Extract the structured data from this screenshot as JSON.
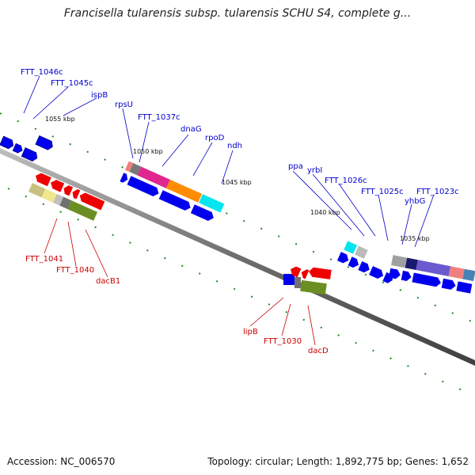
{
  "title": "Francisella tularensis subsp. tularensis SCHU S4, complete g...",
  "footer": {
    "accession": "Accession: NC_006570",
    "summary": "Topology: circular; Length: 1,892,775 bp; Genes: 1,652"
  },
  "ticks": [
    {
      "label": "1055 kbp"
    },
    {
      "label": "1050 kbp"
    },
    {
      "label": "1045 kbp"
    },
    {
      "label": "1040 kbp"
    },
    {
      "label": "1035 kbp"
    }
  ],
  "genes_top": [
    {
      "label": "FTT_1046c"
    },
    {
      "label": "FTT_1045c"
    },
    {
      "label": "ispB"
    },
    {
      "label": "rpsU"
    },
    {
      "label": "FTT_1037c"
    },
    {
      "label": "dnaG"
    },
    {
      "label": "rpoD"
    },
    {
      "label": "ndh"
    },
    {
      "label": "ppa"
    },
    {
      "label": "yrbI"
    },
    {
      "label": "FTT_1026c"
    },
    {
      "label": "FTT_1025c"
    },
    {
      "label": "yhbG"
    },
    {
      "label": "FTT_1023c"
    }
  ],
  "genes_bottom": [
    {
      "label": "FTT_1041"
    },
    {
      "label": "FTT_1040"
    },
    {
      "label": "dacB1"
    },
    {
      "label": "lipB"
    },
    {
      "label": "FTT_1030"
    },
    {
      "label": "dacD"
    }
  ],
  "colors": {
    "forward_strand": "#0000ee",
    "reverse_strand": "#ee0000",
    "backbone": "#808080",
    "tick": "#228822",
    "label_top": "#0000cc",
    "label_bottom": "#cc0000"
  }
}
